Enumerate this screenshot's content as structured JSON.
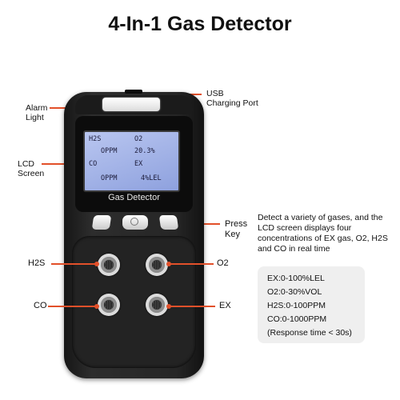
{
  "title": "4-In-1 Gas Detector",
  "callouts": {
    "alarm_light": [
      "Alarm",
      "Light"
    ],
    "usb": [
      "USB",
      "Charging Port"
    ],
    "lcd_screen": [
      "LCD",
      "Screen"
    ],
    "press_key": [
      "Press",
      "Key"
    ]
  },
  "lcd": {
    "row1_left": "H2S",
    "row1_right": "O2",
    "row2_left": "OPPM",
    "row2_right": "20.3%",
    "row3_left": "CO",
    "row3_right": "EX",
    "row4_left": "OPPM",
    "row4_right": "4%LEL"
  },
  "brand": "Gas Detector",
  "sensor_labels": {
    "h2s": "H2S",
    "o2": "O2",
    "co": "CO",
    "ex": "EX"
  },
  "description": "Detect a variety of gases, and the LCD screen displays four concentrations of EX gas, O2, H2S and CO in real time",
  "specs": [
    "EX:0-100%LEL",
    "O2:0-30%VOL",
    "H2S:0-100PPM",
    "CO:0-1000PPM",
    "(Response time < 30s)"
  ],
  "colors": {
    "accent_line": "#e2502a",
    "lcd_background": "#a9b8ea",
    "device_body": "#262626",
    "spec_box": "#efefef"
  },
  "icons": {
    "power_key": "power-icon"
  }
}
